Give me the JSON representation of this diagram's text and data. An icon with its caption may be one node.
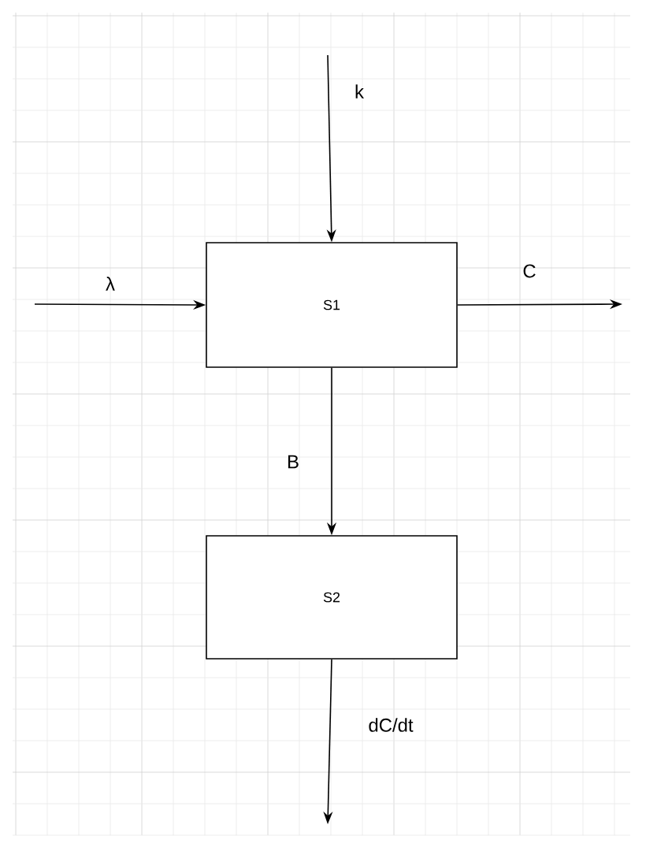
{
  "diagram": {
    "nodes": [
      {
        "text": [
          "S1"
        ]
      },
      {
        "text": [
          "S2"
        ]
      }
    ],
    "edges": [
      {
        "from": null,
        "to": 0,
        "arrow": "to",
        "label": "k"
      },
      {
        "from": null,
        "to": 0,
        "arrow": "to",
        "label": "λ"
      },
      {
        "from": 0,
        "to": null,
        "arrow": "to",
        "label": "C"
      },
      {
        "from": 0,
        "to": 1,
        "arrow": "to",
        "label": "B"
      },
      {
        "from": 1,
        "to": null,
        "arrow": "to",
        "label": "dC/dt"
      }
    ]
  }
}
